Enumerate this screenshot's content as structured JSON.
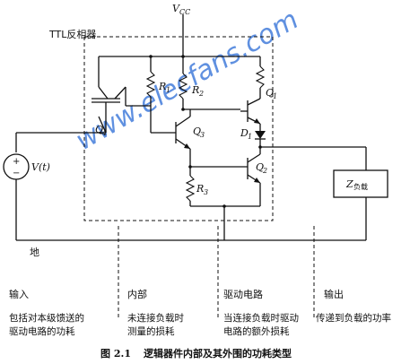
{
  "circuit": {
    "vcc_label": "V",
    "vcc_sub": "CC",
    "block_title": "TTL反相器",
    "source_label": "V(t)",
    "source_plus": "+",
    "source_minus": "−",
    "ground_label": "地",
    "components": {
      "r1": "R",
      "r1_sub": "1",
      "r2": "R",
      "r2_sub": "2",
      "r3": "R",
      "r3_sub": "3",
      "q1": "Q",
      "q1_sub": "1",
      "q2": "Q",
      "q2_sub": "2",
      "q3": "Q",
      "q3_sub": "3",
      "q4": "Q",
      "q4_sub": "4",
      "d1": "D",
      "d1_sub": "1",
      "load": "Z",
      "load_sub": "负载"
    },
    "watermark": "www.elecfans.com"
  },
  "sections": [
    {
      "title": "输入",
      "desc": [
        "包括对本级馈送的",
        "驱动电路的功耗"
      ]
    },
    {
      "title": "内部",
      "desc": [
        "未连接负载时",
        "测量的损耗"
      ]
    },
    {
      "title": "驱动电路",
      "desc": [
        "当连接负载时驱动",
        "电路的额外损耗"
      ]
    },
    {
      "title": "输出",
      "desc": [
        "传递到负载的功率"
      ]
    }
  ],
  "caption": {
    "number": "图 2.1",
    "text": "逻辑器件内部及其外围的功耗类型"
  }
}
